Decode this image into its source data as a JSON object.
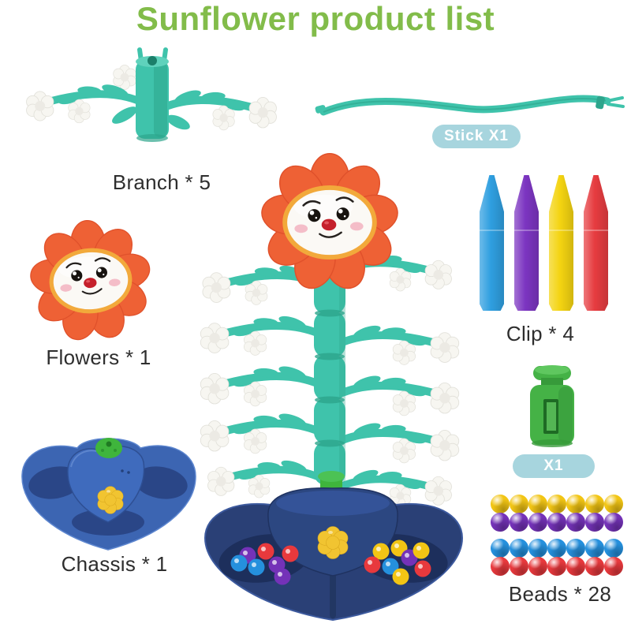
{
  "title": {
    "text": "Sunflower product list",
    "color": "#82bc4a"
  },
  "items": {
    "branch": {
      "label": "Branch * 5"
    },
    "stick": {
      "badge": "Stick X1"
    },
    "flowers": {
      "label": "Flowers * 1"
    },
    "clip": {
      "label": "Clip * 4"
    },
    "plug": {
      "badge": "X1"
    },
    "chassis": {
      "label": "Chassis * 1"
    },
    "beads": {
      "label": "Beads * 28"
    }
  },
  "clips": {
    "count": 4,
    "colors": [
      "#2f9fe0",
      "#7c35c1",
      "#f4d411",
      "#e63c40"
    ]
  },
  "beads": {
    "total": 28,
    "rows": [
      {
        "color": "#f2c514",
        "count": 7
      },
      {
        "color": "#7432b8",
        "count": 7
      },
      {
        "color": "#2590dd",
        "count": 7
      },
      {
        "color": "#e8393d",
        "count": 7
      }
    ]
  },
  "colors": {
    "title-green": "#82bc4a",
    "label-color": "#2e2e2e",
    "badge-blue": "#a7d5de",
    "teal": "#3fc3ab",
    "teal-dark": "#2da58c",
    "teal-light": "#5fd2bc",
    "petal": "#ee6135",
    "petal-dark": "#e0512b",
    "face-ring": "#f2a93b",
    "nose-red": "#c5202b",
    "plug-green": "#45b246",
    "plug-green-dark": "#379a3a",
    "knob-green": "#3fb53c",
    "chassis-blue": "#3c65b2",
    "chassis-blue-dark": "#2a4687",
    "base-navy": "#2a4076",
    "base-navy-dark": "#1d2f5c",
    "button-yellow": "#f1c431",
    "white-flower": "#f7f6f1"
  }
}
